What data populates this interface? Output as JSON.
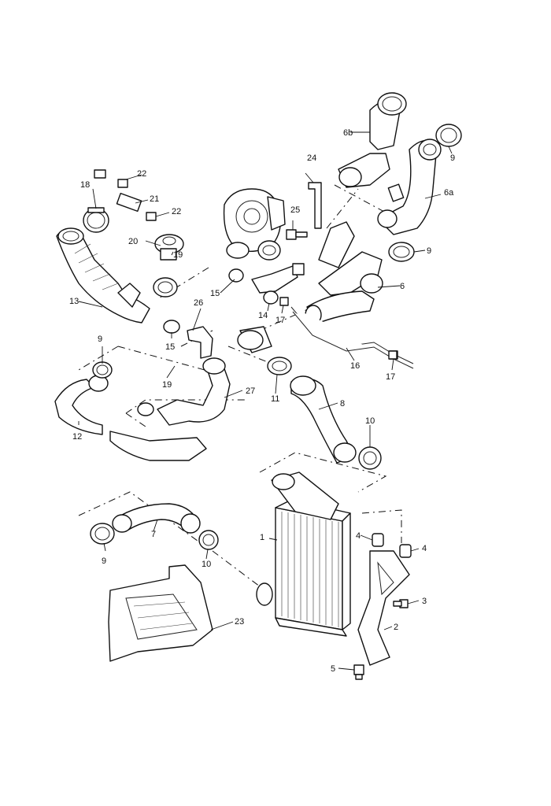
{
  "callouts": {
    "c1": "1",
    "c2": "2",
    "c3": "3",
    "c4a": "4",
    "c4b": "4",
    "c5": "5",
    "c6": "6",
    "c6a": "6a",
    "c6b": "6b",
    "c7": "7",
    "c8": "8",
    "c9a": "9",
    "c9b": "9",
    "c9c": "9",
    "c9d": "9",
    "c10a": "10",
    "c10b": "10",
    "c11": "11",
    "c12": "12",
    "c13": "13",
    "c14": "14",
    "c15a": "15",
    "c15b": "15",
    "c16": "16",
    "c17a": "17",
    "c17b": "17",
    "c18": "18",
    "c19a": "19",
    "c19b": "19",
    "c20": "20",
    "c21": "21",
    "c22a": "22",
    "c22b": "22",
    "c23": "23",
    "c24": "24",
    "c25": "25",
    "c26": "26",
    "c27": "27"
  }
}
